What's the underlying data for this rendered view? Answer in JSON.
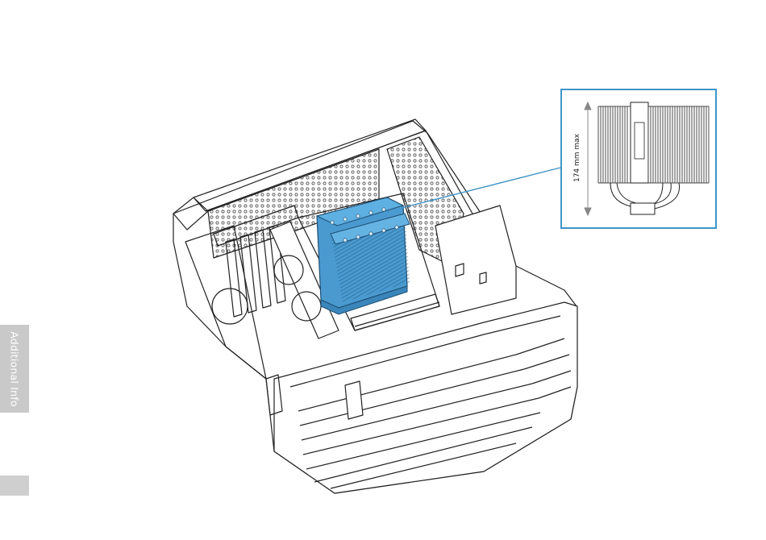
{
  "side_tab": {
    "label": "Additional Info"
  },
  "detail": {
    "height_label": "174 mm max"
  },
  "colors": {
    "accent": "#3f95c9",
    "cooler_blue": "#4a9ad0",
    "tab_gray": "#c9c9c9",
    "line": "#222222"
  },
  "icons": {
    "case": "pc-case-illustration",
    "cooler": "tower-cpu-cooler-illustration"
  }
}
